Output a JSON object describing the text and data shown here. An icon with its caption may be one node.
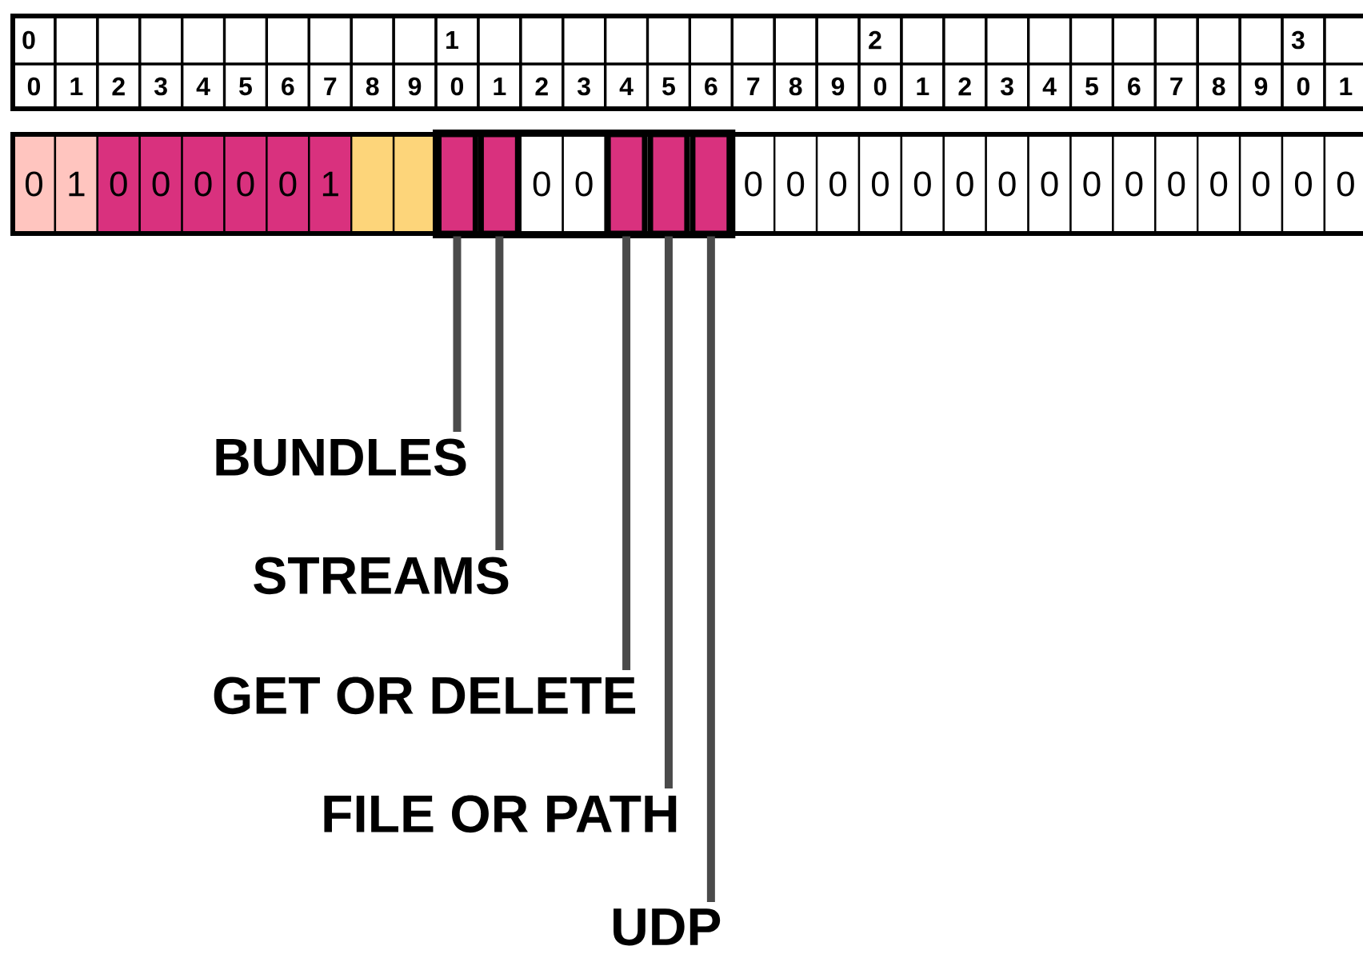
{
  "diagram": {
    "nodes": [
      {
        "text": [],
        "shape": "box"
      },
      {
        "text": [],
        "shape": "box"
      },
      {
        "text": [],
        "shape": "box"
      },
      {
        "text": [],
        "shape": "box"
      },
      {
        "text": [],
        "shape": "box"
      },
      {
        "text": [
          "BUNDLES"
        ]
      },
      {
        "text": [
          "STREAMS"
        ]
      },
      {
        "text": [
          "GET OR DELETE"
        ]
      },
      {
        "text": [
          "FILE OR PATH"
        ]
      },
      {
        "text": [
          "UDP"
        ]
      }
    ],
    "edges": [
      {
        "from": 5,
        "to": 0,
        "arrow": "none"
      },
      {
        "from": 6,
        "to": 1,
        "arrow": "none"
      },
      {
        "from": 7,
        "to": 2,
        "arrow": "none"
      },
      {
        "from": 8,
        "to": 3,
        "arrow": "none"
      },
      {
        "from": 9,
        "to": 4,
        "arrow": "none"
      }
    ],
    "labels": [
      "0",
      "1",
      "2",
      "3",
      "0",
      "1",
      "2",
      "3",
      "4",
      "5",
      "6",
      "7",
      "8",
      "9",
      "0",
      "1",
      "2",
      "3",
      "4",
      "5",
      "6",
      "7",
      "8",
      "9",
      "0",
      "1",
      "2",
      "3",
      "4",
      "5",
      "6",
      "7",
      "8",
      "9",
      "0",
      "1",
      "0",
      "1",
      "0",
      "0",
      "0",
      "0",
      "0",
      "1",
      "0",
      "0",
      "0",
      "0",
      "0",
      "0",
      "0",
      "0",
      "0",
      "0",
      "0",
      "0",
      "0",
      "0",
      "0",
      "0",
      "0"
    ]
  }
}
